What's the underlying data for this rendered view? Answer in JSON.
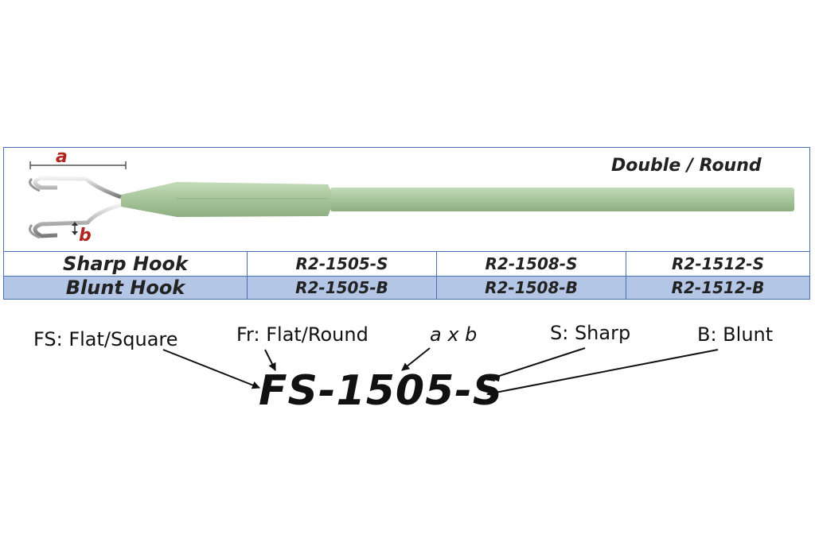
{
  "product": {
    "title": "Double / Round",
    "dimension_a": "a",
    "dimension_b": "b"
  },
  "table": {
    "rows": [
      {
        "label": "Sharp Hook",
        "codes": [
          "R2-1505-S",
          "R2-1508-S",
          "R2-1512-S"
        ]
      },
      {
        "label": "Blunt Hook",
        "codes": [
          "R2-1505-B",
          "R2-1508-B",
          "R2-1512-B"
        ]
      }
    ]
  },
  "legend": {
    "fs": "FS: Flat/Square",
    "fr": "Fr: Flat/Round",
    "axb": "a x b",
    "sharp": "S: Sharp",
    "blunt": "B: Blunt",
    "example_code": "FS-1505-S"
  },
  "colors": {
    "border": "#4a6fb5",
    "blue_row": "#b4c6e6",
    "instrument": "#a9c79e",
    "dimension": "#b1251f"
  }
}
